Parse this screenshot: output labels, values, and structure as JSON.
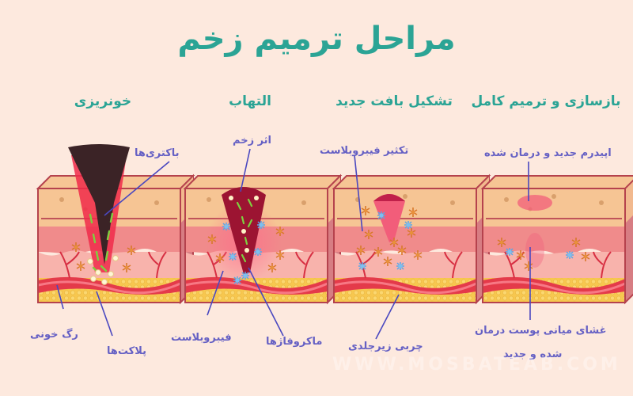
{
  "title": "مراحل ترمیم زخم",
  "colors": {
    "background": "#fde9de",
    "title": "#2ba495",
    "label": "#6560c4",
    "epidermis": "#f6c594",
    "dermis": "#f4a3a3",
    "vessel": "#e43a4a",
    "fat": "#f7c74f",
    "outline": "#b5424d"
  },
  "stages": [
    {
      "title": "خونریزی",
      "labels": {
        "bacteria": "باکتری‌ها",
        "blood_vessel": "رگ خونی",
        "platelets": "پلاکت‌ها"
      }
    },
    {
      "title": "التهاب",
      "labels": {
        "wound_mark": "اثر زخم",
        "fibroblast": "فیبروبلاست",
        "macrophages": "ماکروفاژها"
      }
    },
    {
      "title": "تشکیل بافت جدید",
      "labels": {
        "fibroblast_proliferation": "تکثیر فیبروبلاست",
        "subcutaneous_fat": "چربی زیرجلدی"
      }
    },
    {
      "title": "بازسازی و ترمیم کامل",
      "labels": {
        "new_epidermis": "اپیدرم جدید و درمان شده",
        "dermis_line1": "غشای میانی پوست درمان",
        "dermis_line2": "شده و جدید"
      }
    }
  ],
  "watermark": "WWW.MOSBATEAB.COM"
}
